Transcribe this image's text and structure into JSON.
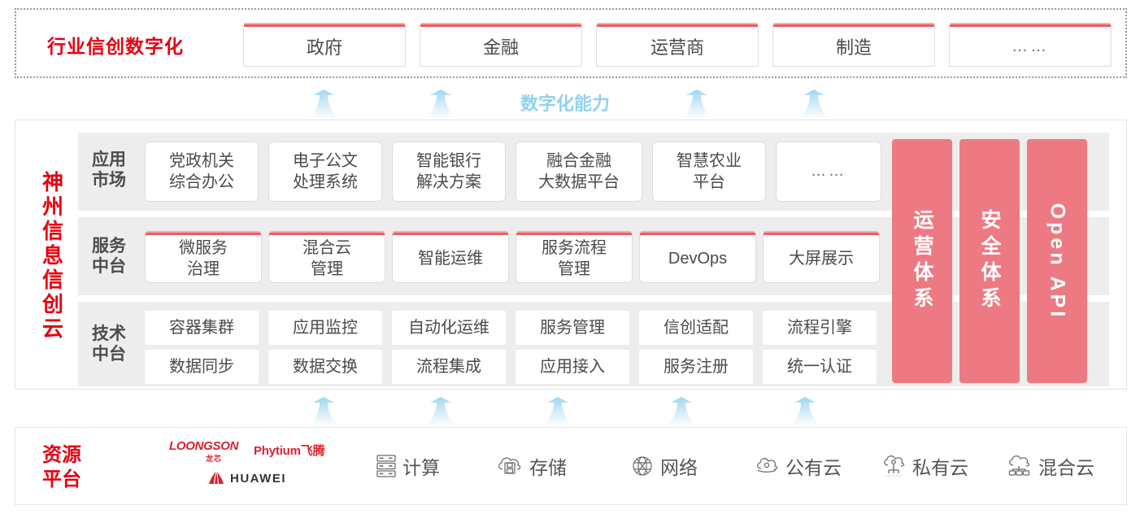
{
  "industry": {
    "title": "行业信创数字化",
    "boxes": [
      {
        "label": "政府"
      },
      {
        "label": "金融"
      },
      {
        "label": "运营商"
      },
      {
        "label": "制造"
      },
      {
        "label": "……"
      }
    ]
  },
  "capability": {
    "label": "数字化能力",
    "arrow_count_top": 4,
    "arrow_count_bottom": 5
  },
  "cloud": {
    "title": "神州信息信创云",
    "rows": [
      {
        "label": "应用\n市场",
        "label_line1": "应用",
        "label_line2": "市场",
        "cells": [
          {
            "line1": "党政机关",
            "line2": "综合办公"
          },
          {
            "line1": "电子公文",
            "line2": "处理系统"
          },
          {
            "line1": "智能银行",
            "line2": "解决方案"
          },
          {
            "line1": "融合金融",
            "line2": "大数据平台"
          },
          {
            "line1": "智慧农业",
            "line2": "平台"
          },
          {
            "line1": "……",
            "line2": ""
          }
        ]
      },
      {
        "label_line1": "服务",
        "label_line2": "中台",
        "cells": [
          {
            "line1": "微服务",
            "line2": "治理"
          },
          {
            "line1": "混合云",
            "line2": "管理"
          },
          {
            "line1": "智能运维",
            "line2": ""
          },
          {
            "line1": "服务流程",
            "line2": "管理"
          },
          {
            "line1": "DevOps",
            "line2": ""
          },
          {
            "line1": "大屏展示",
            "line2": ""
          }
        ]
      },
      {
        "label_line1": "技术",
        "label_line2": "中台",
        "cells_row1": [
          "容器集群",
          "应用监控",
          "自动化运维",
          "服务管理",
          "信创适配",
          "流程引擎"
        ],
        "cells_row2": [
          "数据同步",
          "数据交换",
          "流程集成",
          "应用接入",
          "服务注册",
          "统一认证"
        ]
      }
    ],
    "pillars": [
      {
        "label": "运营体系",
        "type": "cn"
      },
      {
        "label": "安全体系",
        "type": "cn"
      },
      {
        "label": "Open API",
        "type": "en"
      }
    ]
  },
  "resource": {
    "title_line1": "资源",
    "title_line2": "平台",
    "logos": [
      {
        "name": "LOONGSON",
        "sub": "龙芯"
      },
      {
        "name": "Phytium",
        "sub": "飞腾"
      },
      {
        "name": "HUAWEI",
        "sub": ""
      }
    ],
    "items": [
      {
        "label": "计算",
        "icon": "server-icon"
      },
      {
        "label": "存储",
        "icon": "cloud-storage-icon"
      },
      {
        "label": "网络",
        "icon": "network-globe-icon"
      },
      {
        "label": "公有云",
        "icon": "public-cloud-icon"
      },
      {
        "label": "私有云",
        "icon": "private-cloud-icon"
      },
      {
        "label": "混合云",
        "icon": "hybrid-cloud-icon"
      }
    ]
  },
  "colors": {
    "brand_red": "#E60012",
    "accent_pink": "#ED7A82",
    "top_border_red": "#EE5B62",
    "capability_blue": "#8FD2F0",
    "band_gray": "#EDEDED"
  }
}
